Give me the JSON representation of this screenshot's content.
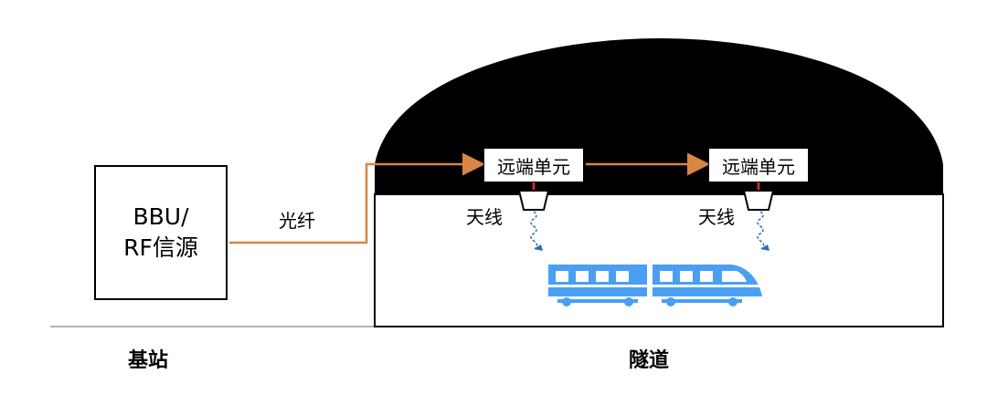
{
  "source": {
    "label_line1": "BBU/",
    "label_line2": "RF信源"
  },
  "link": {
    "label": "光纤",
    "color": "#d98544"
  },
  "remote_units": [
    {
      "label": "远端单元"
    },
    {
      "label": "远端单元"
    }
  ],
  "antennas": [
    {
      "label": "天线"
    },
    {
      "label": "天线"
    }
  ],
  "ground": {
    "left_label": "基站",
    "right_label": "隧道"
  },
  "colors": {
    "tunnel_roof": "#000000",
    "train": "#4a9ff2",
    "feeder": "#e0302a",
    "signal": "#2d6fb8",
    "ground_line": "#b0b0b0"
  }
}
